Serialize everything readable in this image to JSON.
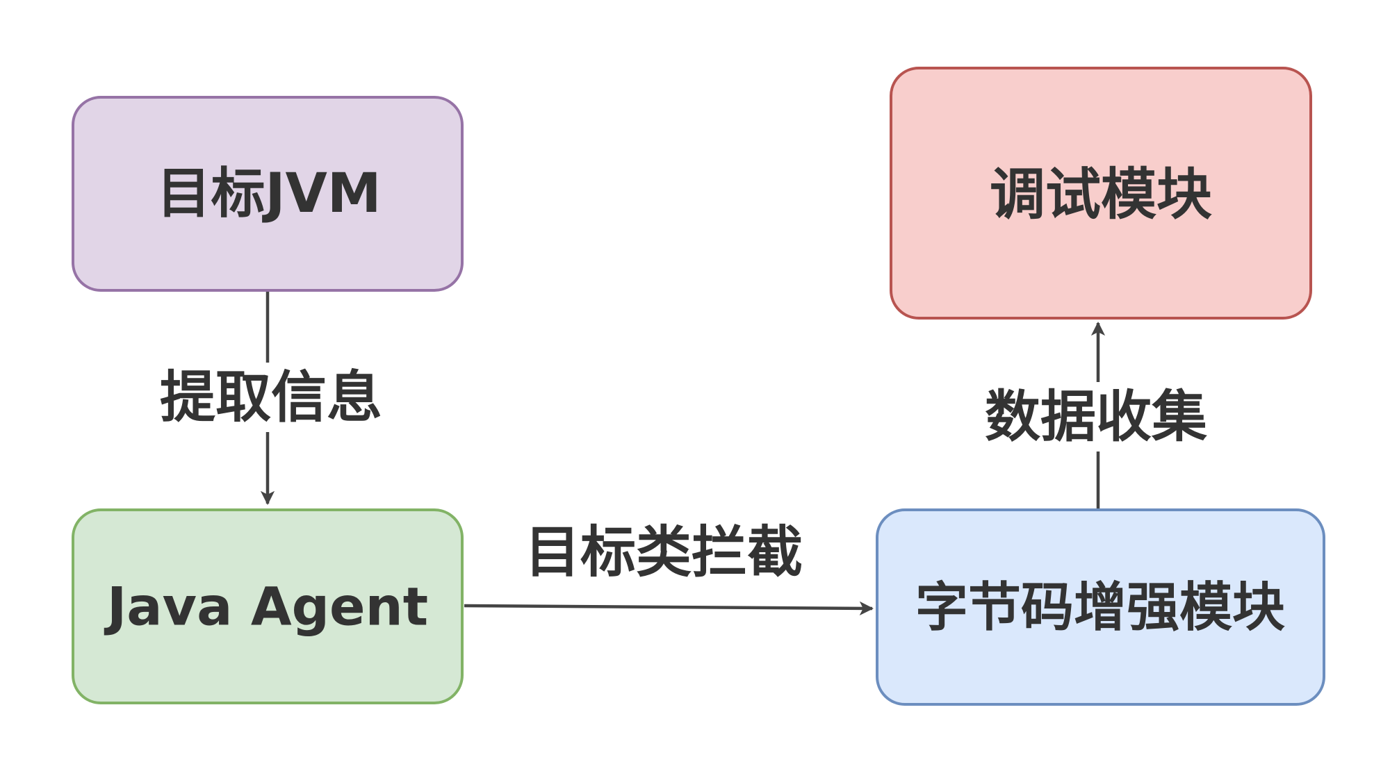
{
  "nodes": {
    "target_jvm": {
      "label": "目标JVM",
      "fill": "#e1d5e7",
      "stroke": "#9673a6"
    },
    "java_agent": {
      "label": "Java Agent",
      "fill": "#d5e8d4",
      "stroke": "#82b366"
    },
    "bytecode_module": {
      "label": "字节码增强模块",
      "fill": "#dae8fc",
      "stroke": "#6c8ebf"
    },
    "debug_module": {
      "label": "调试模块",
      "fill": "#f8cecc",
      "stroke": "#b85450"
    }
  },
  "edges": {
    "extract_info": {
      "label": "提取信息"
    },
    "target_class_intercept": {
      "label": "目标类拦截"
    },
    "data_collection": {
      "label": "数据收集"
    }
  },
  "colors": {
    "edge": "#444444",
    "text": "#333333",
    "background": "#ffffff"
  }
}
